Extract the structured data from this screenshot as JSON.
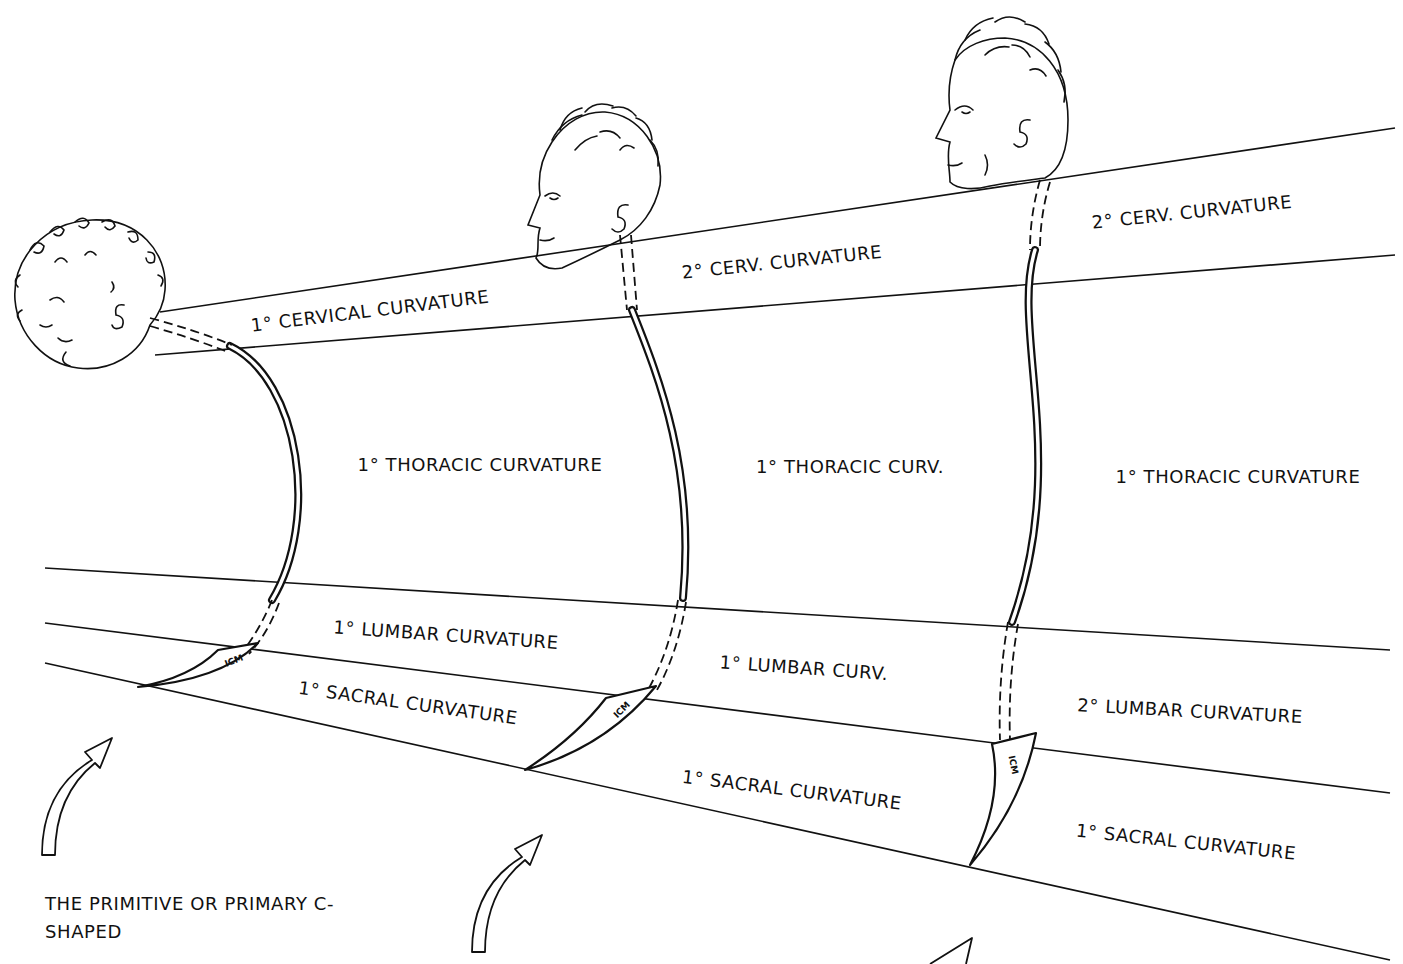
{
  "diagram": {
    "labels": [
      "1° CERVICAL CURVATURE",
      "2° CERV. CURVATURE",
      "2° CERV. CURVATURE",
      "1° THORACIC CURVATURE",
      "1° THORACIC CURV.",
      "1° THORACIC CURVATURE",
      "1° LUMBAR CURVATURE",
      "1° LUMBAR CURV.",
      "2° LUMBAR CURVATURE",
      "1° SACRAL CURVATURE",
      "1° SACRAL CURVATURE",
      "1° SACRAL CURVATURE",
      "ICM",
      "ICM",
      "ICM",
      "THE PRIMITIVE OR PRIMARY C-SHAPED"
    ]
  }
}
